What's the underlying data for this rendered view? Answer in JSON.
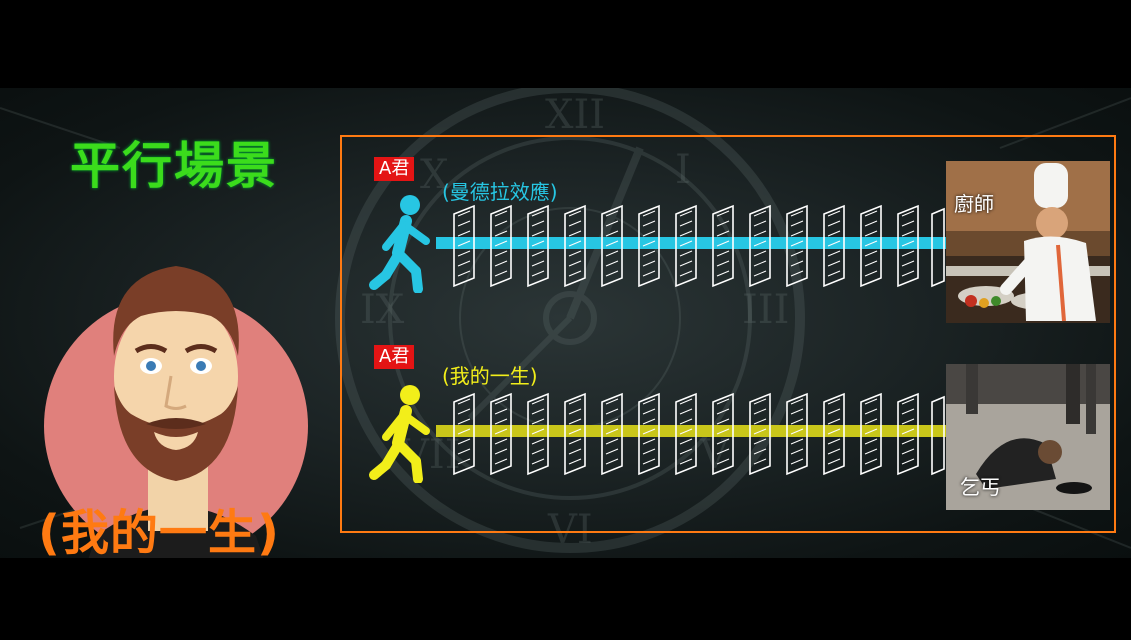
{
  "slide": {
    "title": "平行場景",
    "subtitle": "(我的一生)",
    "rows": [
      {
        "tag": "A君",
        "label": "(曼德拉效應)",
        "color": "#27c6e3",
        "figure_icon": "walking-person-icon",
        "outcome_caption": "廚師"
      },
      {
        "tag": "A君",
        "label": "(我的一生)",
        "color": "#f2ee1a",
        "figure_icon": "walking-person-icon",
        "outcome_caption": "乞丐"
      }
    ],
    "colors": {
      "title": "#3bdc1c",
      "subtitle": "#ff7a12",
      "panel_border": "#ff7a12",
      "tag_bg": "#e41414"
    }
  }
}
